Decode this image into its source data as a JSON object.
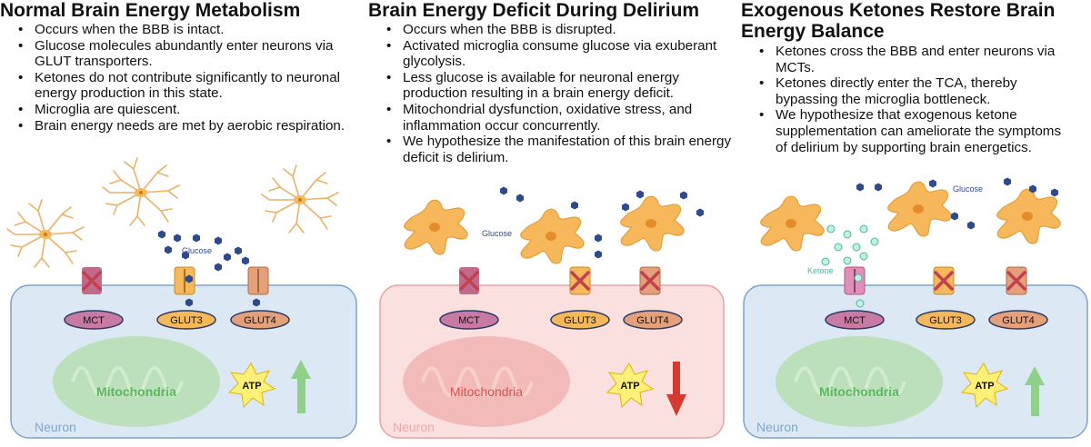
{
  "panels": [
    {
      "title": "Normal Brain Energy Metabolism",
      "bullets": [
        "Occurs when the BBB is intact.",
        "Glucose molecules abundantly enter neurons via GLUT transporters.",
        "Ketones do not contribute significantly to neuronal energy production in this state.",
        "Microglia are quiescent.",
        "Brain energy needs are met by aerobic respiration."
      ]
    },
    {
      "title": "Brain Energy Deficit During Delirium",
      "bullets": [
        "Occurs when the BBB is disrupted.",
        "Activated microglia consume glucose via exuberant glycolysis.",
        "Less glucose is available for neuronal energy production resulting in a brain energy deficit.",
        "Mitochondrial dysfunction, oxidative stress, and inflammation occur concurrently.",
        "We hypothesize the manifestation of this brain energy deficit is delirium."
      ]
    },
    {
      "title": "Exogenous Ketones Restore Brain Energy Balance",
      "bullets": [
        "Ketones cross the BBB and enter neurons via MCTs.",
        "Ketones directly enter the TCA, thereby bypassing the microglia bottleneck.",
        "We hypothesize that exogenous ketone supplementation can ameliorate the symptoms of delirium by supporting brain energetics."
      ]
    }
  ],
  "labels": {
    "mct": "MCT",
    "glut3": "GLUT3",
    "glut4": "GLUT4",
    "mitochondria": "Mitochondria",
    "neuron": "Neuron",
    "atp": "ATP",
    "glucose": "Glucose",
    "ketone": "Ketone"
  },
  "colors": {
    "neuron_fill_normal": "#dce9f5",
    "neuron_stroke_normal": "#7ba3c8",
    "neuron_fill_deficit": "#fbe0e0",
    "neuron_stroke_deficit": "#e8a3a3",
    "mito_normal": "#b9e0b5",
    "mito_deficit": "#f2b7b5",
    "arrow_up": "#8fd18a",
    "arrow_down": "#d43a2f",
    "glucose": "#2e4a8c",
    "ketone": "#8fe0cf",
    "microglia": "#f5b85a"
  },
  "atp_trend": [
    "up",
    "down",
    "up"
  ]
}
